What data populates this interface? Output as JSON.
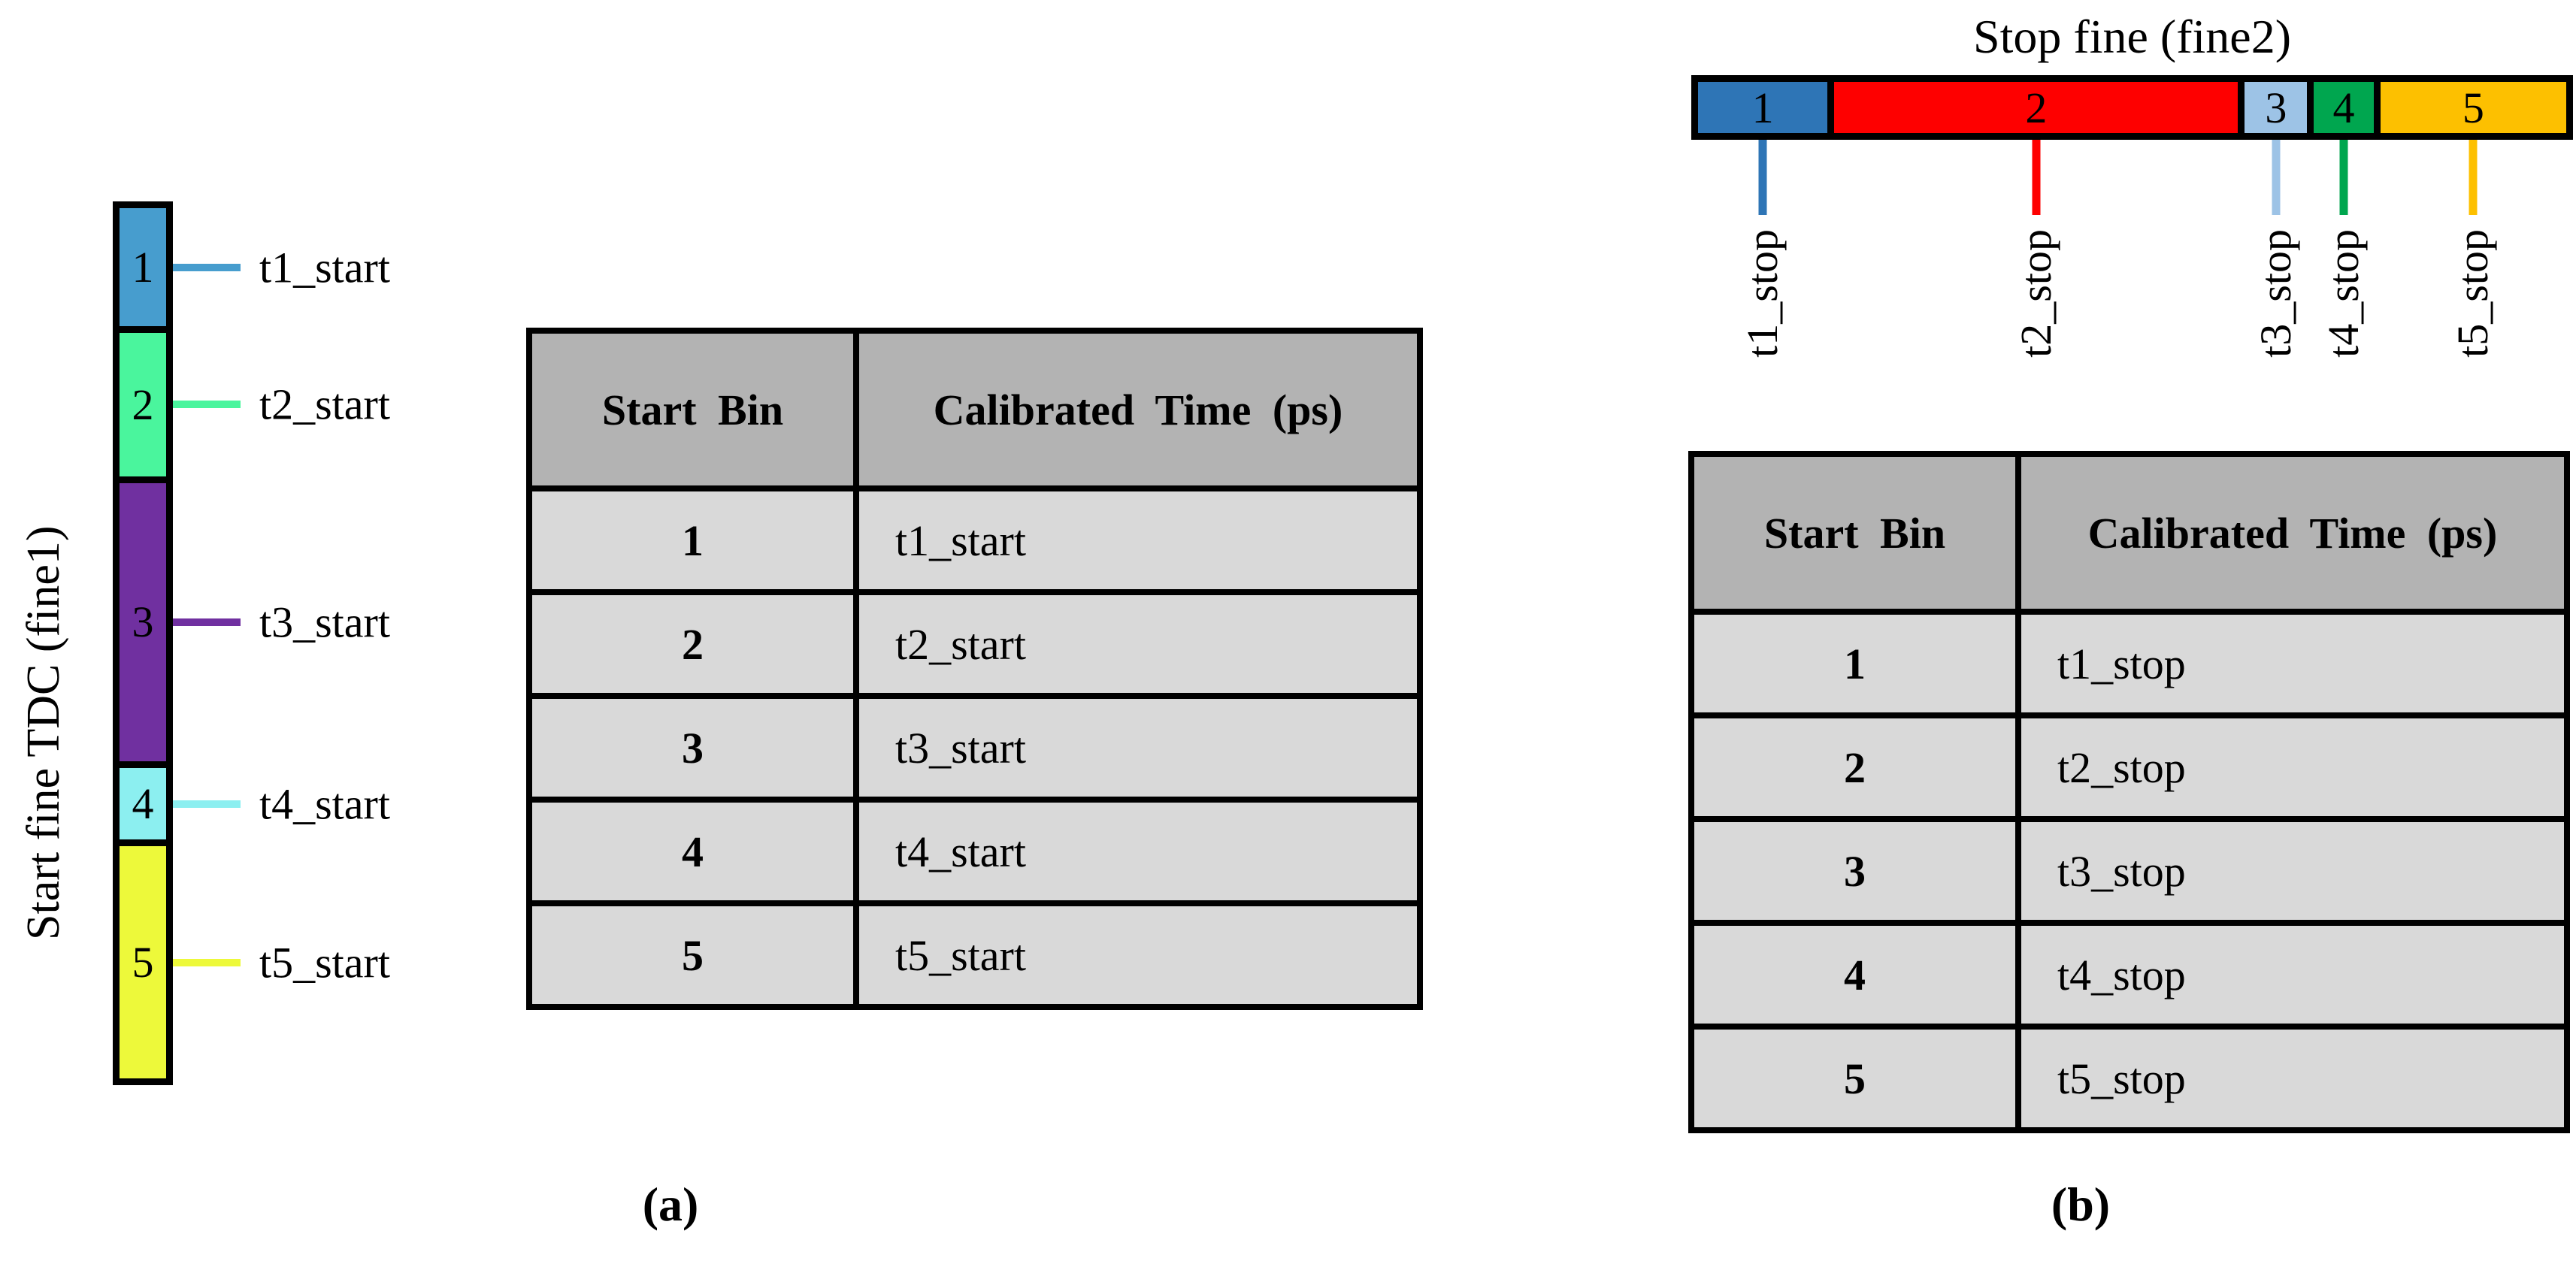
{
  "panel_a": {
    "caption": "(a)",
    "axis_label": "Start fine TDC (fine1)",
    "bar": {
      "segments": [
        {
          "bin": "1",
          "color": "#479dce",
          "size": "14",
          "tick_label": "t1_start"
        },
        {
          "bin": "2",
          "color": "#4af59d",
          "size": "17",
          "tick_label": "t2_start"
        },
        {
          "bin": "3",
          "color": "#7030a0",
          "size": "33",
          "tick_label": "t3_start"
        },
        {
          "bin": "4",
          "color": "#8ceff0",
          "size": "8.5",
          "tick_label": "t4_start"
        },
        {
          "bin": "5",
          "color": "#edf93a",
          "size": "27.5",
          "tick_label": "t5_start"
        }
      ]
    },
    "table": {
      "headers": [
        "Start Bin",
        "Calibrated Time (ps)"
      ],
      "rows": [
        {
          "bin": "1",
          "time": "t1_start"
        },
        {
          "bin": "2",
          "time": "t2_start"
        },
        {
          "bin": "3",
          "time": "t3_start"
        },
        {
          "bin": "4",
          "time": "t4_start"
        },
        {
          "bin": "5",
          "time": "t5_start"
        }
      ]
    }
  },
  "panel_b": {
    "caption": "(b)",
    "title": "Stop fine (fine2)",
    "bar": {
      "segments": [
        {
          "bin": "1",
          "color": "#2e75b6",
          "size": "15.4",
          "tick_label": "t1_stop"
        },
        {
          "bin": "2",
          "color": "#fe0000",
          "size": "48",
          "tick_label": "t2_stop"
        },
        {
          "bin": "3",
          "color": "#9dc3e6",
          "size": "7.4",
          "tick_label": "t3_stop"
        },
        {
          "bin": "4",
          "color": "#00a64f",
          "size": "7.1",
          "tick_label": "t4_stop"
        },
        {
          "bin": "5",
          "color": "#fdc000",
          "size": "22.1",
          "tick_label": "t5_stop"
        }
      ]
    },
    "table": {
      "headers": [
        "Start Bin",
        "Calibrated Time (ps)"
      ],
      "rows": [
        {
          "bin": "1",
          "time": "t1_stop"
        },
        {
          "bin": "2",
          "time": "t2_stop"
        },
        {
          "bin": "3",
          "time": "t3_stop"
        },
        {
          "bin": "4",
          "time": "t4_stop"
        },
        {
          "bin": "5",
          "time": "t5_stop"
        }
      ]
    }
  },
  "colors": {
    "table_header_bg": "#b3b3b3",
    "table_row_bg": "#d9d9d9",
    "border": "#000000",
    "background": "#ffffff"
  }
}
